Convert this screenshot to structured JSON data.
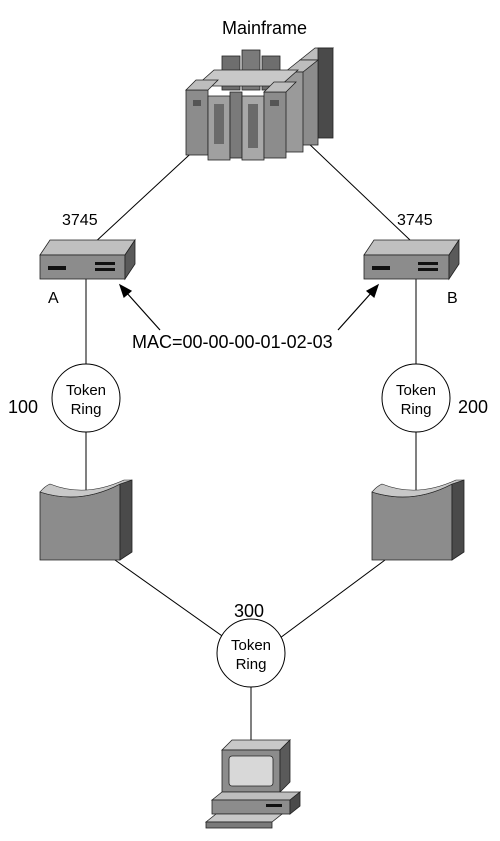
{
  "title": "Mainframe",
  "fep_left": {
    "model": "3745",
    "id": "A"
  },
  "fep_right": {
    "model": "3745",
    "id": "B"
  },
  "mac_label": "MAC=00-00-00-01-02-03",
  "rings": {
    "left": {
      "number": "100",
      "line1": "Token",
      "line2": "Ring"
    },
    "right": {
      "number": "200",
      "line1": "Token",
      "line2": "Ring"
    },
    "bottom": {
      "number": "300",
      "line1": "Token",
      "line2": "Ring"
    }
  },
  "icons": {
    "mainframe": "mainframe-icon",
    "fep": "front-end-processor-icon",
    "bridge": "bridge-icon",
    "workstation": "workstation-icon"
  },
  "colors": {
    "device_gray": "#8c8c8c",
    "device_light": "#bdbdbd",
    "device_dark": "#4a4a4a",
    "line": "#000000"
  }
}
